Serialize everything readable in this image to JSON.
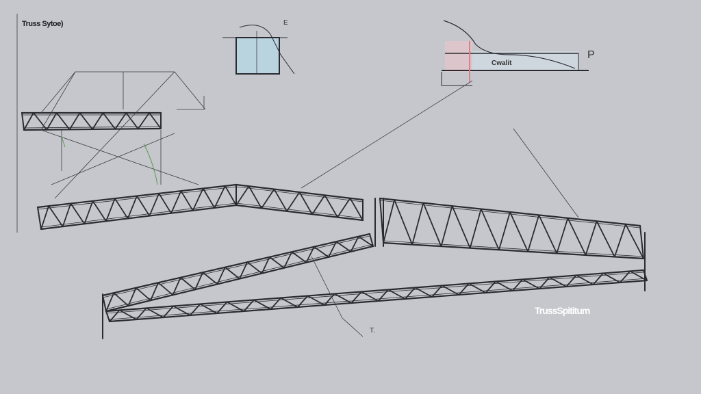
{
  "title_label": "Truss Sytoe)",
  "caption": "TrussSpititum",
  "detail_labels": {
    "top_left_box": "E",
    "top_right_box": "Cwalit",
    "top_right_load": "P",
    "bottom_marker": "T."
  },
  "colors": {
    "background": "#c5c7cd",
    "ink": "#2a2b30",
    "accent_red": "#d9808a",
    "accent_green": "#5a9a4a",
    "box_fill": "#b9d3df"
  }
}
